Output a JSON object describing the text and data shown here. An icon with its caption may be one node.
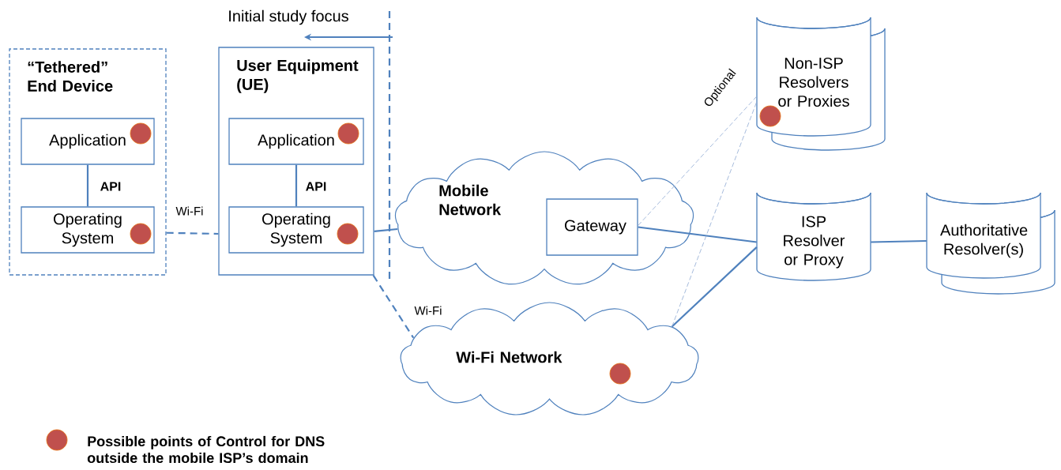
{
  "diagram": {
    "nodes": [
      {
        "text": [
          "“Tethered” End Device"
        ]
      },
      {
        "text": [
          "Application"
        ],
        "in": 0
      },
      {
        "text": [
          "Operating System"
        ],
        "in": 0
      },
      {
        "text": [
          "User Equipment (UE)"
        ]
      },
      {
        "text": [
          "Application"
        ],
        "in": 3
      },
      {
        "text": [
          "Operating System"
        ],
        "in": 3
      },
      {
        "text": [
          "Mobile Network"
        ]
      },
      {
        "text": [
          "Gateway"
        ],
        "in": 6
      },
      {
        "text": [
          "Non-ISP Resolvers or Proxies"
        ]
      },
      {
        "text": [
          "ISP Resolver or Proxy"
        ]
      },
      {
        "text": [
          "Authoritative Resolver(s)"
        ]
      },
      {
        "text": [
          "Wi-Fi Network"
        ]
      }
    ],
    "edges": [
      {
        "from": 1,
        "to": 2,
        "arrow": "none",
        "label": "API"
      },
      {
        "from": 4,
        "to": 5,
        "arrow": "none",
        "label": "API"
      },
      {
        "from": 0,
        "to": 3,
        "arrow": "none",
        "label": "Wi-Fi",
        "style": "dashed"
      },
      {
        "from": 3,
        "to": 6,
        "arrow": "none"
      },
      {
        "from": 3,
        "to": 11,
        "arrow": "none",
        "label": "Wi-Fi",
        "style": "dashed"
      },
      {
        "from": 7,
        "to": 9,
        "arrow": "none"
      },
      {
        "from": 11,
        "to": 9,
        "arrow": "none"
      },
      {
        "from": 9,
        "to": 10,
        "arrow": "none"
      },
      {
        "from": 7,
        "to": 8,
        "arrow": "none",
        "label": "Optional",
        "style": "dashed",
        "color": "#8fa9d3"
      },
      {
        "from": 11,
        "to": 8,
        "arrow": "none",
        "style": "dashed",
        "color": "#8fa9d3"
      }
    ],
    "labels": [
      "Initial study focus"
    ],
    "legend": [
      {
        "text": "Possible points of Control for DNS outside the mobile ISP’s domain",
        "color": "#c0504d"
      }
    ]
  }
}
